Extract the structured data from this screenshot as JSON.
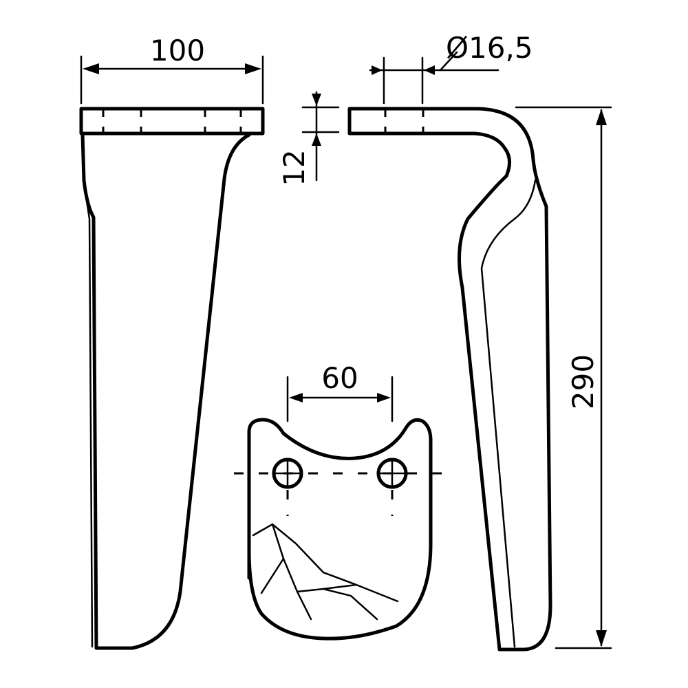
{
  "dimensions": {
    "flange_width": "100",
    "bend_radius": "Ø16,5",
    "thickness": "12",
    "height": "290",
    "hole_spacing": "60"
  }
}
